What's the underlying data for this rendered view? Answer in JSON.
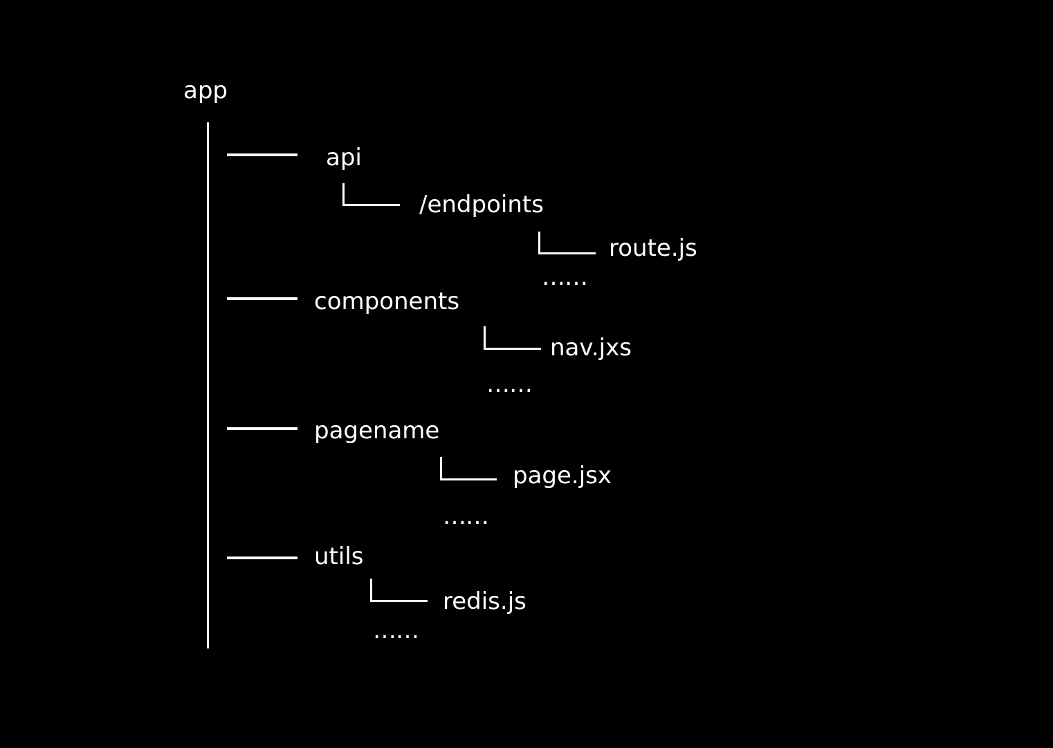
{
  "tree": {
    "root": "app",
    "folders": [
      {
        "name": "api",
        "child": "/endpoints",
        "grandchild": "route.js",
        "more": "……"
      },
      {
        "name": "components",
        "child": "nav.jxs",
        "more": "……"
      },
      {
        "name": "pagename",
        "child": "page.jsx",
        "more": "……"
      },
      {
        "name": "utils",
        "child": "redis.js",
        "more": "……"
      }
    ]
  },
  "colors": {
    "background": "#000000",
    "foreground": "#ffffff"
  }
}
